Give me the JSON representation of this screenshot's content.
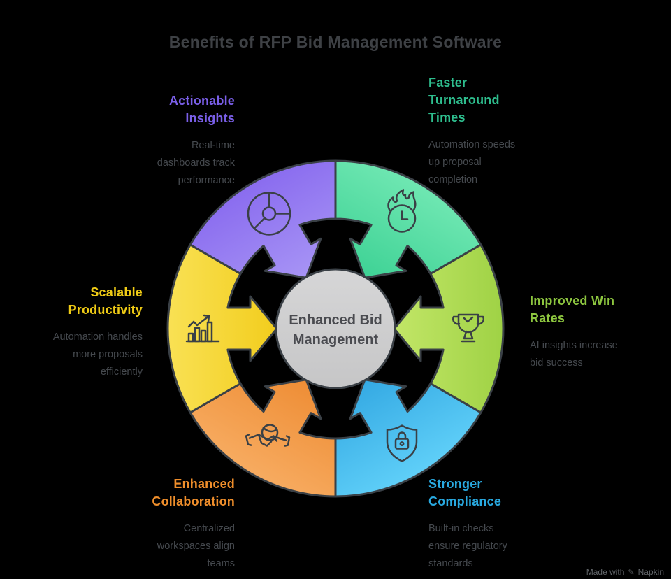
{
  "title": "Benefits of RFP Bid Management Software",
  "center": {
    "label": "Enhanced Bid\nManagement",
    "fill_top": "#D6D6D7",
    "fill_bottom": "#C6C6C7",
    "text_color": "#4A4B50"
  },
  "wheel": {
    "outline_color": "#3A4046"
  },
  "benefits": [
    {
      "id": "actionable-insights",
      "heading": "Actionable\nInsights",
      "heading_color": "#7A5FE8",
      "body": "Real-time\ndashboards track\nperformance",
      "icon": "donut-chart",
      "angle": -120,
      "color_outer": "#8A6CEF",
      "color_inner": "#A794F5"
    },
    {
      "id": "faster-turnaround-times",
      "heading": "Faster\nTurnaround\nTimes",
      "heading_color": "#2EBE8E",
      "body": "Automation speeds\nup proposal\ncompletion",
      "icon": "flame-clock",
      "angle": -60,
      "color_outer": "#6FE7B2",
      "color_inner": "#3ED295"
    },
    {
      "id": "improved-win-rates",
      "heading": "Improved Win\nRates",
      "heading_color": "#8DC63F",
      "body": "AI insights increase\nbid success",
      "icon": "trophy-check",
      "angle": 0,
      "color_outer": "#9FD245",
      "color_inner": "#C2E667"
    },
    {
      "id": "stronger-compliance",
      "heading": "Stronger\nCompliance",
      "heading_color": "#29A9E0",
      "body": "Built-in checks\nensure regulatory\nstandards",
      "icon": "shield-lock",
      "angle": 60,
      "color_outer": "#5FCFF8",
      "color_inner": "#34A9E3"
    },
    {
      "id": "enhanced-collaboration",
      "heading": "Enhanced\nCollaboration",
      "heading_color": "#EF8E2B",
      "body": "Centralized\nworkspaces align\nteams",
      "icon": "handshake",
      "angle": 120,
      "color_outer": "#F7AB60",
      "color_inner": "#EE8D35"
    },
    {
      "id": "scalable-productivity",
      "heading": "Scalable\nProductivity",
      "heading_color": "#EFCB15",
      "body": "Automation handles\nmore proposals\nefficiently",
      "icon": "bar-chart",
      "angle": 180,
      "color_outer": "#F9E154",
      "color_inner": "#F2CD1D"
    }
  ],
  "watermark": {
    "prefix": "Made with",
    "brand": "Napkin"
  }
}
